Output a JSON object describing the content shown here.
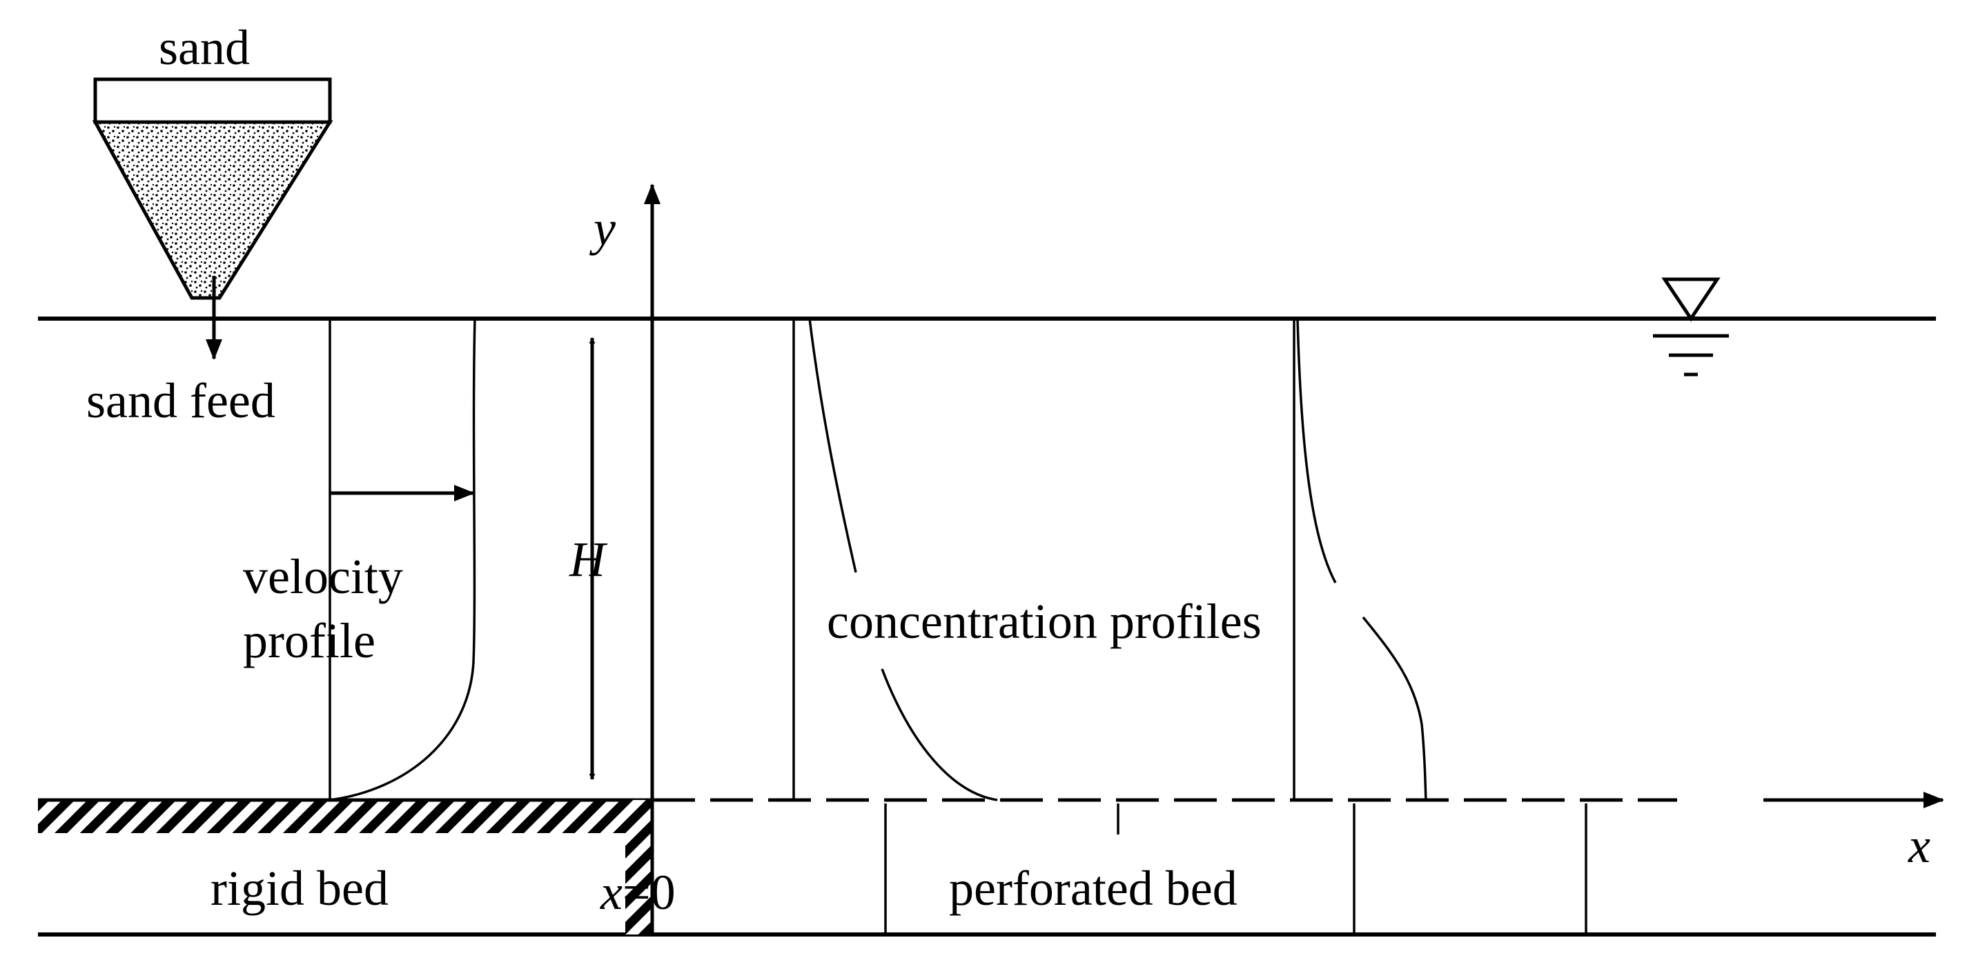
{
  "labels": {
    "sand": "sand",
    "sand_feed": "sand feed",
    "velocity_profile_line1": "velocity",
    "velocity_profile_line2": "profile",
    "concentration_profiles": "concentration profiles",
    "rigid_bed": "rigid bed",
    "perforated_bed": "perforated bed",
    "depth": "H",
    "y_axis": "y",
    "x_axis": "x",
    "x_origin_x": "x",
    "x_origin_rest": "=0"
  },
  "icons": {
    "water_surface": "water-level-triangle-icon"
  },
  "colors": {
    "ink": "#000000",
    "background": "#ffffff"
  }
}
